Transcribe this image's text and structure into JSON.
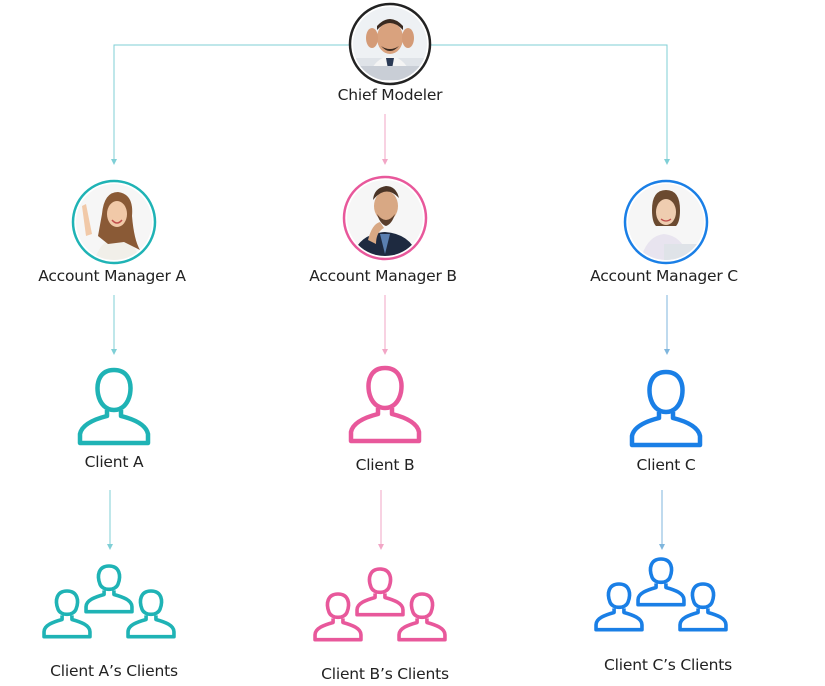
{
  "colors": {
    "teal": "#1fb3b5",
    "pink": "#e8589b",
    "blue": "#1a7fe6",
    "connector_teal": "#7fcfd6",
    "connector_pink": "#f2a6c6",
    "connector_blue": "#7fb6dd"
  },
  "chief": {
    "label": "Chief Modeler",
    "avatar_icon": "stressed-man-photo"
  },
  "managers": [
    {
      "label": "Account Manager A",
      "avatar_icon": "smiling-woman-photo",
      "color_key": "teal"
    },
    {
      "label": "Account Manager B",
      "avatar_icon": "thinking-man-photo",
      "color_key": "pink"
    },
    {
      "label": "Account Manager C",
      "avatar_icon": "woman-at-laptop-photo",
      "color_key": "blue"
    }
  ],
  "clients": [
    {
      "label": "Client A",
      "icon": "user-outline-icon"
    },
    {
      "label": "Client B",
      "icon": "user-outline-icon"
    },
    {
      "label": "Client C",
      "icon": "user-outline-icon"
    }
  ],
  "client_groups": [
    {
      "label": "Client A’s Clients",
      "icon": "user-group-outline-icon"
    },
    {
      "label": "Client B’s Clients",
      "icon": "user-group-outline-icon"
    },
    {
      "label": "Client C’s Clients",
      "icon": "user-group-outline-icon"
    }
  ]
}
